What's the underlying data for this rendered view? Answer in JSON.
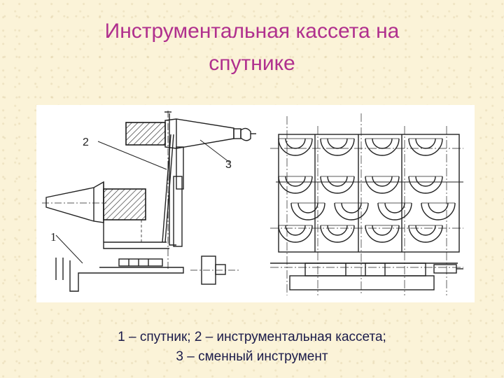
{
  "title": {
    "line1": "Инструментальная кассета на",
    "line2": "спутнике"
  },
  "diagram": {
    "labels": {
      "one": "1",
      "two": "2",
      "three": "3"
    }
  },
  "caption": {
    "line1": "1 – спутник;  2 – инструментальная кассета;",
    "line2": "3 – сменный инструмент"
  }
}
